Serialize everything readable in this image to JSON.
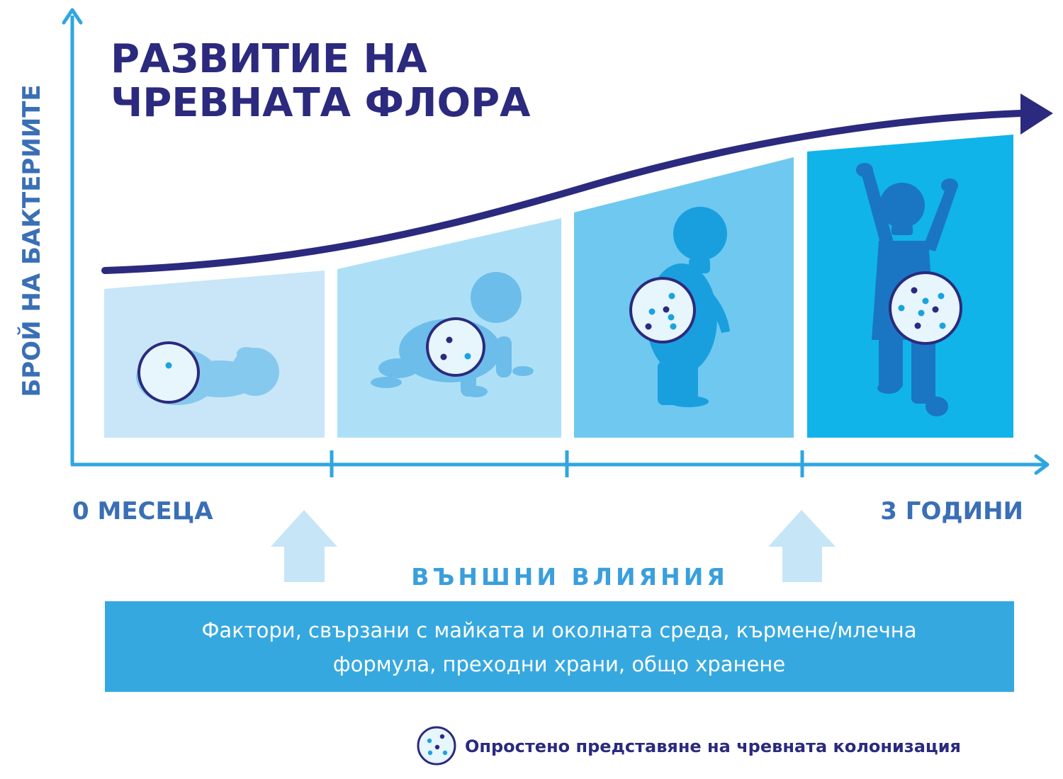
{
  "title": {
    "line1": "РАЗВИТИЕ НА",
    "line2": "ЧРЕВНАТА ФЛОРА"
  },
  "y_axis_label": "БРОЙ НА БАКТЕРИИТЕ",
  "x_axis": {
    "start_label": "0 МЕСЕЦА",
    "end_label": "3 ГОДИНИ"
  },
  "influences": {
    "heading": "ВЪНШНИ ВЛИЯНИЯ",
    "factors_line1": "Фактори, свързани с майката и околната среда, кърмене/млечна",
    "factors_line2": "формула, преходни храни, общо хранене"
  },
  "legend": "Опростено представяне на чревната колонизация",
  "stages": [
    {
      "name": "newborn",
      "panel_color": "#c9e6f8"
    },
    {
      "name": "crawling-baby",
      "panel_color": "#ade0f7"
    },
    {
      "name": "standing-toddler",
      "panel_color": "#6ec8f0"
    },
    {
      "name": "child",
      "panel_color": "#10b4e8"
    }
  ],
  "colors": {
    "title": "#2b2a7e",
    "axis": "#2fa6e0",
    "axis_labels": "#3a6fb6",
    "curve": "#2b2a7e",
    "influence_heading": "#3a9fdc",
    "factors_box": "#36a8e0",
    "up_arrow": "#c6e6f7",
    "bacteria_dark": "#2b2a7e",
    "bacteria_light": "#1aa3dc"
  }
}
